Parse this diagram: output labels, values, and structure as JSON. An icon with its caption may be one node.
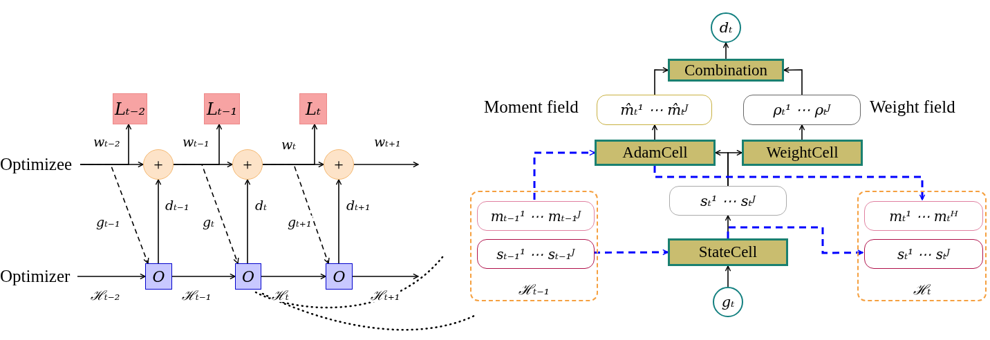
{
  "diagram": {
    "nodes": [
      {
        "text": [
          "Lₜ₋₂"
        ]
      },
      {
        "text": [
          "Lₜ₋₁"
        ]
      },
      {
        "text": [
          "Lₜ"
        ]
      },
      {
        "text": [
          "Optimizee"
        ]
      },
      {
        "text": [
          "+"
        ]
      },
      {
        "text": [
          "+"
        ]
      },
      {
        "text": [
          "+"
        ]
      },
      {
        "text": [
          "Optimizer"
        ]
      },
      {
        "text": [
          "O"
        ]
      },
      {
        "text": [
          "O"
        ]
      },
      {
        "text": [
          "O"
        ]
      },
      {
        "text": [
          "dₜ"
        ]
      },
      {
        "text": [
          "Combination"
        ]
      },
      {
        "text": [
          "m̂ₜ¹ ⋯ m̂ₜᴶ"
        ],
        "beside": [
          "Moment field"
        ]
      },
      {
        "text": [
          "ρₜ¹ ⋯ ρₜᴶ"
        ],
        "beside": [
          "Weight field"
        ]
      },
      {
        "text": [
          "AdamCell"
        ]
      },
      {
        "text": [
          "WeightCell"
        ]
      },
      {
        "text": [
          "ℋₜ₋₁"
        ]
      },
      {
        "text": [
          "mₜ₋₁¹ ⋯ mₜ₋₁ᴶ"
        ],
        "in": 17
      },
      {
        "text": [
          "sₜ₋₁¹ ⋯ sₜ₋₁ᴶ"
        ],
        "in": 17
      },
      {
        "text": [
          "sₜ¹ ⋯ sₜᴶ"
        ]
      },
      {
        "text": [
          "ℋₜ"
        ]
      },
      {
        "text": [
          "mₜ¹ ⋯ mₜᴴ"
        ],
        "in": 21
      },
      {
        "text": [
          "sₜ¹ ⋯ sₜᴶ"
        ],
        "in": 21
      },
      {
        "text": [
          "StateCell"
        ]
      },
      {
        "text": [
          "gₜ"
        ]
      }
    ],
    "edges": [
      {
        "from": 3,
        "to": 4,
        "arrow": "to",
        "label": "wₜ₋₂"
      },
      {
        "from": 3,
        "to": 0,
        "arrow": "to"
      },
      {
        "from": 3,
        "to": 8,
        "arrow": "to",
        "label": "gₜ₋₁",
        "style": "dashed"
      },
      {
        "from": 4,
        "to": 5,
        "arrow": "to",
        "label": "wₜ₋₁"
      },
      {
        "from": 4,
        "to": 1,
        "arrow": "to"
      },
      {
        "from": 4,
        "to": 9,
        "arrow": "to",
        "label": "gₜ",
        "style": "dashed"
      },
      {
        "from": 5,
        "to": 6,
        "arrow": "to",
        "label": "wₜ"
      },
      {
        "from": 5,
        "to": 2,
        "arrow": "to"
      },
      {
        "from": 5,
        "to": 10,
        "arrow": "to",
        "label": "gₜ₊₁",
        "style": "dashed"
      },
      {
        "from": 6,
        "to": null,
        "arrow": "to",
        "label": "wₜ₊₁"
      },
      {
        "from": 8,
        "to": 4,
        "arrow": "to",
        "label": "dₜ₋₁"
      },
      {
        "from": 9,
        "to": 5,
        "arrow": "to",
        "label": "dₜ"
      },
      {
        "from": 10,
        "to": 6,
        "arrow": "to",
        "label": "dₜ₊₁"
      },
      {
        "from": 7,
        "to": 8,
        "arrow": "to",
        "label": "ℋₜ₋₂"
      },
      {
        "from": 8,
        "to": 9,
        "arrow": "to",
        "label": "ℋₜ₋₁"
      },
      {
        "from": 9,
        "to": 10,
        "arrow": "to",
        "label": "ℋₜ"
      },
      {
        "from": 10,
        "to": null,
        "arrow": "to",
        "label": "ℋₜ₊₁"
      },
      {
        "from": 25,
        "to": 24,
        "arrow": "to"
      },
      {
        "from": 24,
        "to": 20,
        "arrow": "to"
      },
      {
        "from": 20,
        "to": 15,
        "arrow": "to"
      },
      {
        "from": 20,
        "to": 16,
        "arrow": "to"
      },
      {
        "from": 15,
        "to": 13,
        "arrow": "to"
      },
      {
        "from": 16,
        "to": 14,
        "arrow": "to"
      },
      {
        "from": 13,
        "to": 12,
        "arrow": "to"
      },
      {
        "from": 14,
        "to": 12,
        "arrow": "to"
      },
      {
        "from": 12,
        "to": 11,
        "arrow": "to"
      },
      {
        "from": 18,
        "to": 15,
        "arrow": "to",
        "style": "dashed",
        "color": "#0000ff"
      },
      {
        "from": 19,
        "to": 24,
        "arrow": "to",
        "style": "dashed",
        "color": "#0000ff"
      },
      {
        "from": 15,
        "to": 22,
        "arrow": "to",
        "style": "dashed",
        "color": "#0000ff"
      },
      {
        "from": 24,
        "to": 23,
        "arrow": "to",
        "style": "dashed",
        "color": "#0000ff"
      }
    ]
  }
}
